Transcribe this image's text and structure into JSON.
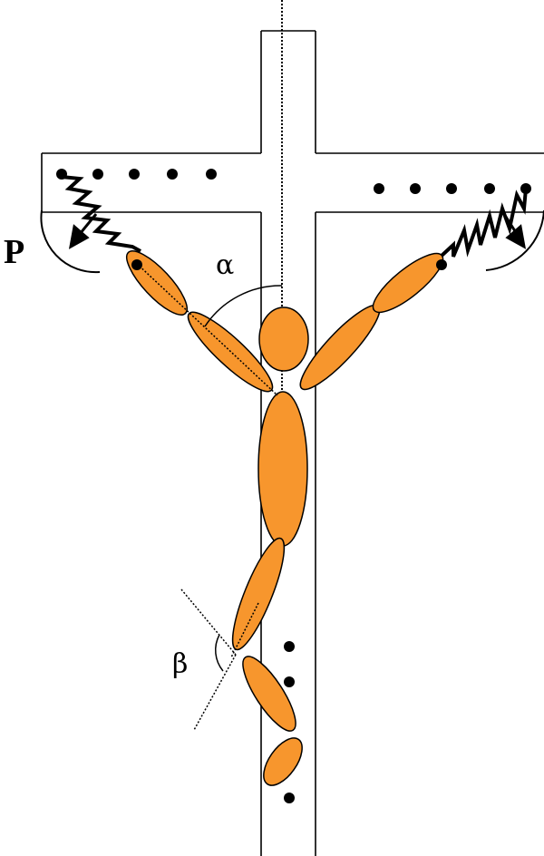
{
  "labels": {
    "force": "P",
    "arm_angle": "α",
    "knee_angle": "β"
  },
  "colors": {
    "body": "#f7962d",
    "outline": "#000000",
    "background": "#ffffff"
  }
}
